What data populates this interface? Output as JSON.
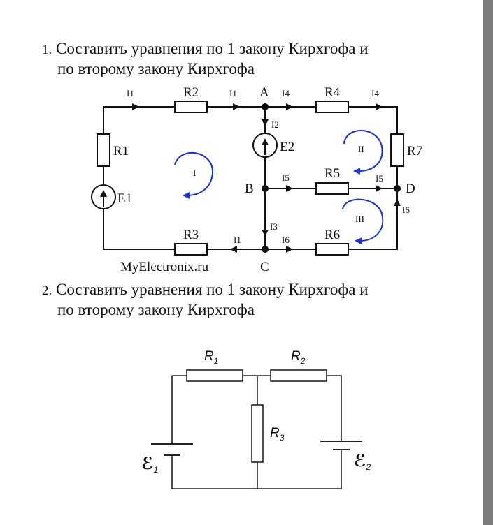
{
  "task1": {
    "number": "1.",
    "line1": "Составить уравнения по 1 закону Кирхгофа и",
    "line2": "по второму закону Кирхгофа"
  },
  "task2": {
    "number": "2.",
    "line1": "Составить уравнения по 1 закону Кирхгофа и",
    "line2": "по второму закону Кирхгофа"
  },
  "circuit1": {
    "watermark": "MyElectronix.ru",
    "nodes": {
      "a": "A",
      "b": "B",
      "c": "C",
      "d": "D"
    },
    "resistors": {
      "r1": "R1",
      "r2": "R2",
      "r3": "R3",
      "r4": "R4",
      "r5": "R5",
      "r6": "R6",
      "r7": "R7"
    },
    "sources": {
      "e1": "E1",
      "e2": "E2"
    },
    "currents": {
      "i1_top_left": "I1",
      "i1_top_right": "I1",
      "i1_bottom": "I1",
      "i2": "I2",
      "i3": "I3",
      "i4_left": "I4",
      "i4_right": "I4",
      "i5_left": "I5",
      "i5_right": "I5",
      "i6_left": "I6",
      "i6_right": "I6"
    },
    "loops": {
      "l1": "I",
      "l2": "II",
      "l3": "III"
    },
    "colors": {
      "wire": "#111111",
      "loop_arrow": "#1a2ed8"
    }
  },
  "circuit2": {
    "resistors": {
      "r1": "R",
      "r1_sub": "1",
      "r2": "R",
      "r2_sub": "2",
      "r3": "R",
      "r3_sub": "3"
    },
    "sources": {
      "e1": "ℰ",
      "e1_sub": "1",
      "e2": "ℰ",
      "e2_sub": "2"
    }
  }
}
